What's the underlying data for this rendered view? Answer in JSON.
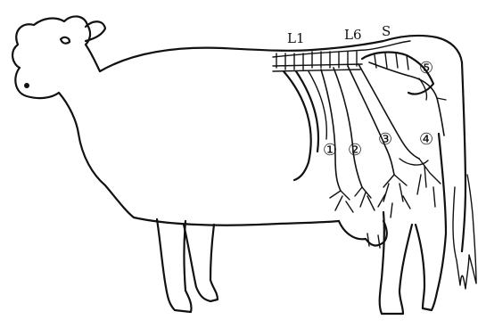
{
  "labels": {
    "l1": "L1",
    "l6": "L6",
    "s": "S",
    "n1": "①",
    "n2": "②",
    "n3": "③",
    "n4": "④",
    "n5": "⑤"
  }
}
